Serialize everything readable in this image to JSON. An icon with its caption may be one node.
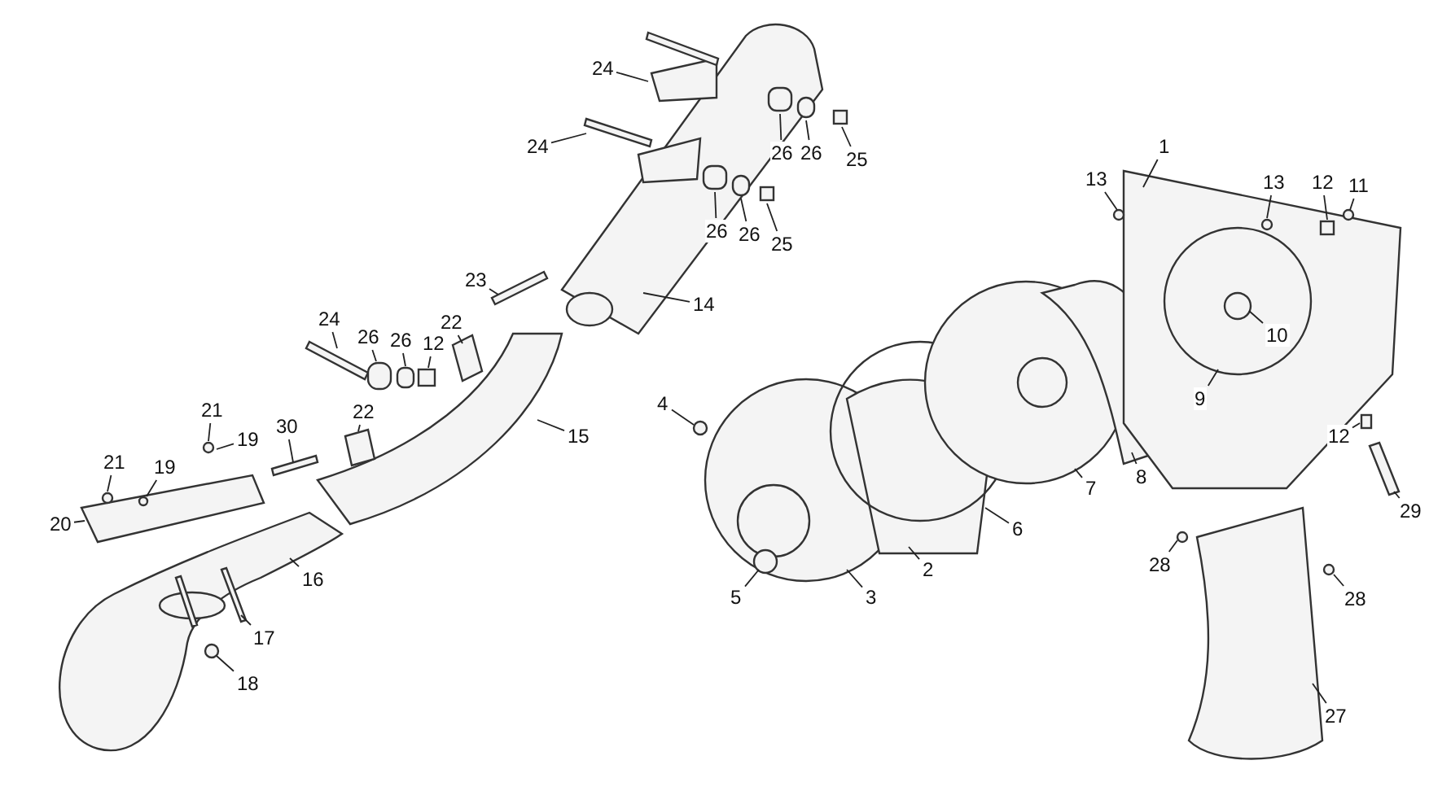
{
  "diagram": {
    "nodes": [
      {
        "text": [
          "24"
        ]
      },
      {
        "text": [
          "26"
        ]
      },
      {
        "text": [
          "26"
        ]
      },
      {
        "text": [
          "25"
        ]
      },
      {
        "text": [
          "24"
        ]
      },
      {
        "text": [
          "1"
        ]
      },
      {
        "text": [
          "13"
        ]
      },
      {
        "text": [
          "13"
        ]
      },
      {
        "text": [
          "12"
        ]
      },
      {
        "text": [
          "11"
        ]
      },
      {
        "text": [
          "26"
        ]
      },
      {
        "text": [
          "26"
        ]
      },
      {
        "text": [
          "25"
        ]
      },
      {
        "text": [
          "23"
        ]
      },
      {
        "text": [
          "14"
        ]
      },
      {
        "text": [
          "24"
        ]
      },
      {
        "text": [
          "10"
        ]
      },
      {
        "text": [
          "26"
        ]
      },
      {
        "text": [
          "26"
        ]
      },
      {
        "text": [
          "12"
        ]
      },
      {
        "text": [
          "22"
        ]
      },
      {
        "text": [
          "9"
        ]
      },
      {
        "text": [
          "21"
        ]
      },
      {
        "text": [
          "19"
        ]
      },
      {
        "text": [
          "30"
        ]
      },
      {
        "text": [
          "22"
        ]
      },
      {
        "text": [
          "4"
        ]
      },
      {
        "text": [
          "15"
        ]
      },
      {
        "text": [
          "12"
        ]
      },
      {
        "text": [
          "21"
        ]
      },
      {
        "text": [
          "19"
        ]
      },
      {
        "text": [
          "7"
        ]
      },
      {
        "text": [
          "8"
        ]
      },
      {
        "text": [
          "29"
        ]
      },
      {
        "text": [
          "20"
        ]
      },
      {
        "text": [
          "6"
        ]
      },
      {
        "text": [
          "2"
        ]
      },
      {
        "text": [
          "28"
        ]
      },
      {
        "text": [
          "16"
        ]
      },
      {
        "text": [
          "5"
        ]
      },
      {
        "text": [
          "3"
        ]
      },
      {
        "text": [
          "28"
        ]
      },
      {
        "text": [
          "17"
        ]
      },
      {
        "text": [
          "18"
        ]
      },
      {
        "text": [
          "27"
        ]
      }
    ],
    "edges": [
      {
        "from": 0,
        "to": null,
        "arrow": "none"
      },
      {
        "from": 1,
        "to": null,
        "arrow": "none"
      },
      {
        "from": 2,
        "to": null,
        "arrow": "none"
      },
      {
        "from": 3,
        "to": null,
        "arrow": "none"
      },
      {
        "from": 4,
        "to": null,
        "arrow": "none"
      },
      {
        "from": 5,
        "to": null,
        "arrow": "none"
      },
      {
        "from": 6,
        "to": null,
        "arrow": "none"
      },
      {
        "from": 7,
        "to": null,
        "arrow": "none"
      },
      {
        "from": 8,
        "to": null,
        "arrow": "none"
      },
      {
        "from": 9,
        "to": null,
        "arrow": "none"
      },
      {
        "from": 10,
        "to": null,
        "arrow": "none"
      },
      {
        "from": 11,
        "to": null,
        "arrow": "none"
      },
      {
        "from": 12,
        "to": null,
        "arrow": "none"
      },
      {
        "from": 13,
        "to": null,
        "arrow": "none"
      },
      {
        "from": 14,
        "to": null,
        "arrow": "none"
      },
      {
        "from": 15,
        "to": null,
        "arrow": "none"
      },
      {
        "from": 16,
        "to": null,
        "arrow": "none"
      },
      {
        "from": 17,
        "to": null,
        "arrow": "none"
      },
      {
        "from": 18,
        "to": null,
        "arrow": "none"
      },
      {
        "from": 19,
        "to": null,
        "arrow": "none"
      },
      {
        "from": 20,
        "to": null,
        "arrow": "none"
      },
      {
        "from": 21,
        "to": null,
        "arrow": "none"
      },
      {
        "from": 22,
        "to": null,
        "arrow": "none"
      },
      {
        "from": 23,
        "to": null,
        "arrow": "none"
      },
      {
        "from": 24,
        "to": null,
        "arrow": "none"
      },
      {
        "from": 25,
        "to": null,
        "arrow": "none"
      },
      {
        "from": 26,
        "to": null,
        "arrow": "none"
      },
      {
        "from": 27,
        "to": null,
        "arrow": "none"
      },
      {
        "from": 28,
        "to": null,
        "arrow": "none"
      },
      {
        "from": 29,
        "to": null,
        "arrow": "none"
      },
      {
        "from": 30,
        "to": null,
        "arrow": "none"
      },
      {
        "from": 31,
        "to": null,
        "arrow": "none"
      },
      {
        "from": 32,
        "to": null,
        "arrow": "none"
      },
      {
        "from": 33,
        "to": null,
        "arrow": "none"
      },
      {
        "from": 34,
        "to": null,
        "arrow": "none"
      },
      {
        "from": 35,
        "to": null,
        "arrow": "none"
      },
      {
        "from": 36,
        "to": null,
        "arrow": "none"
      },
      {
        "from": 37,
        "to": null,
        "arrow": "none"
      },
      {
        "from": 38,
        "to": null,
        "arrow": "none"
      },
      {
        "from": 39,
        "to": null,
        "arrow": "none"
      },
      {
        "from": 40,
        "to": null,
        "arrow": "none"
      },
      {
        "from": 41,
        "to": null,
        "arrow": "none"
      },
      {
        "from": 42,
        "to": null,
        "arrow": "none"
      },
      {
        "from": 43,
        "to": null,
        "arrow": "none"
      },
      {
        "from": 44,
        "to": null,
        "arrow": "none"
      }
    ]
  }
}
